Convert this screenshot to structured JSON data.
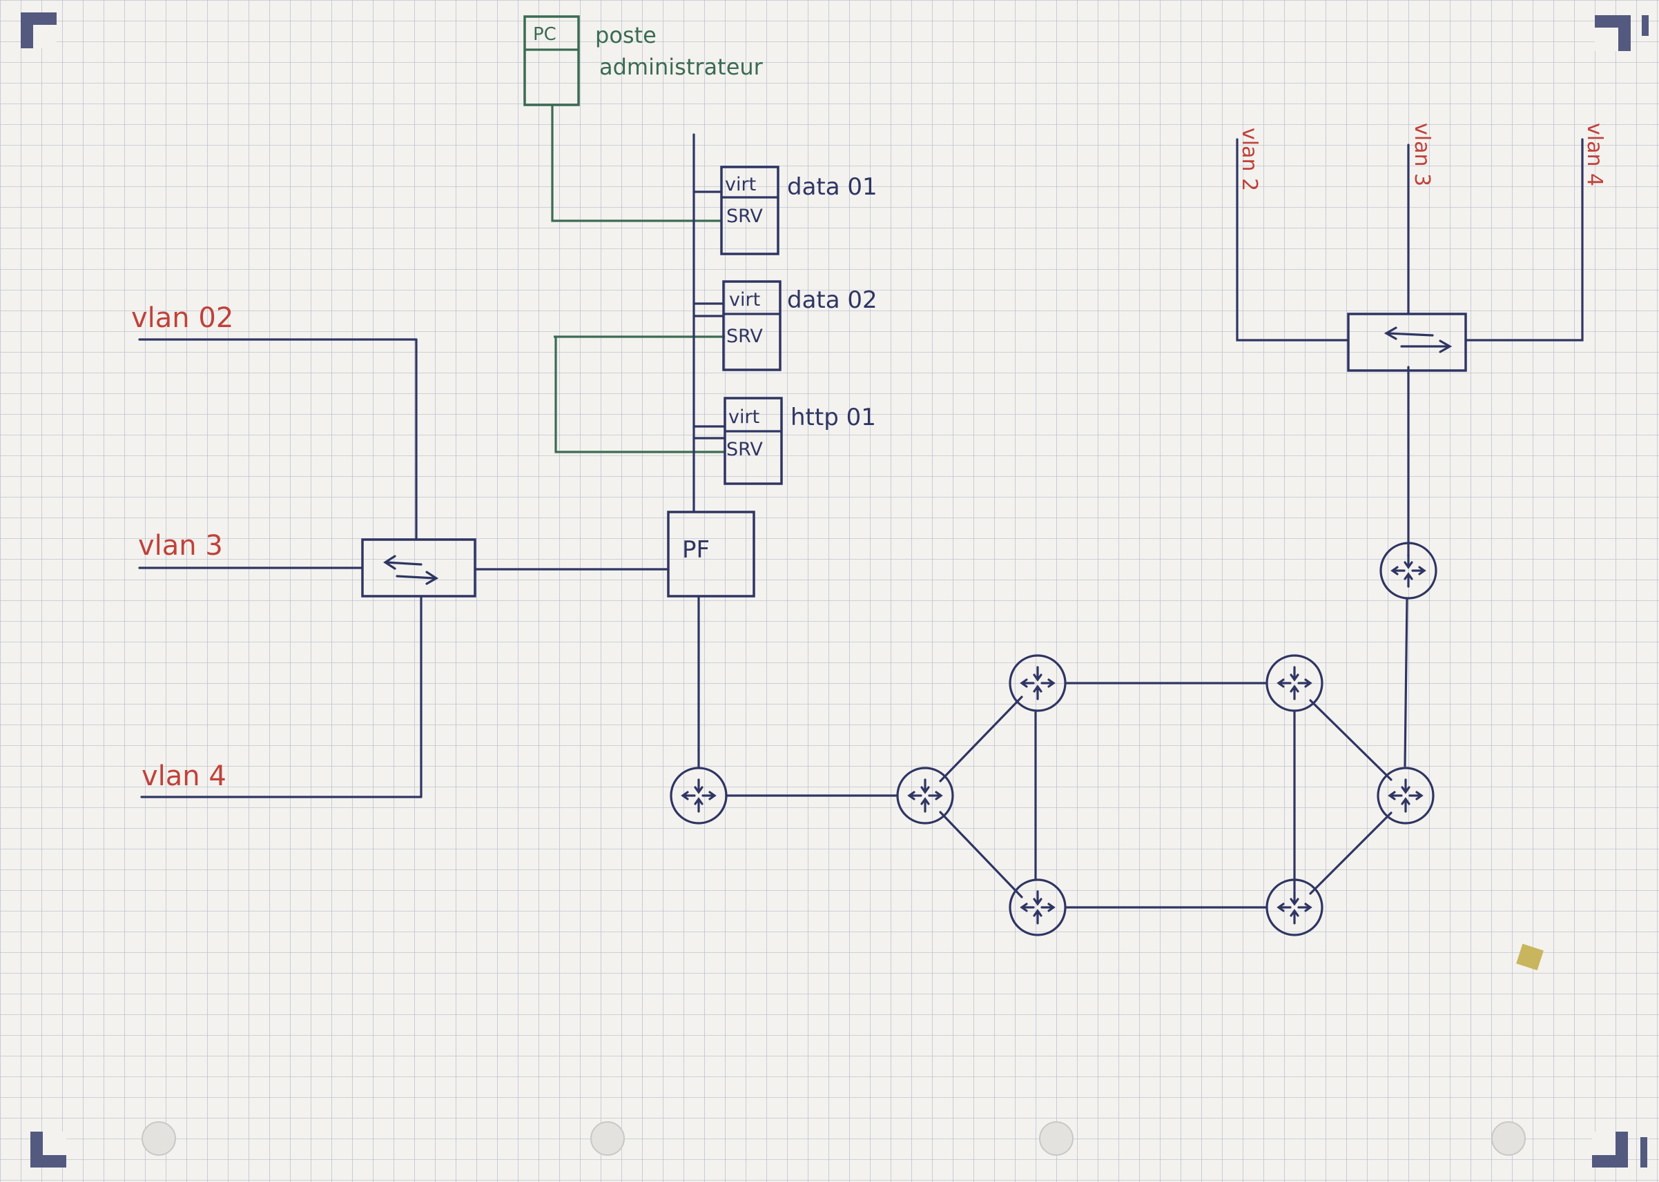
{
  "admin_pc": {
    "box_label": "PC",
    "caption_line1": "poste",
    "caption_line2": "administrateur"
  },
  "servers": [
    {
      "line1": "virt",
      "line2": "SRV",
      "name": "data 01"
    },
    {
      "line1": "virt",
      "line2": "SRV",
      "name": "data 02"
    },
    {
      "line1": "virt",
      "line2": "SRV",
      "name": "http 01"
    }
  ],
  "firewall": {
    "label": "PF"
  },
  "left_vlans": [
    "vlan 02",
    "vlan 3",
    "vlan 4"
  ],
  "right_vlans": [
    "vlan 2",
    "vlan 3",
    "vlan 4"
  ],
  "colors": {
    "ink": "#2f3563",
    "red": "#c0413a",
    "green": "#3b6b53",
    "paper": "#f3f2ee",
    "grid": "#a8aec4"
  },
  "icons": [
    "switch-icon",
    "router-icon",
    "corner-marker-icon",
    "punch-hole-icon"
  ]
}
